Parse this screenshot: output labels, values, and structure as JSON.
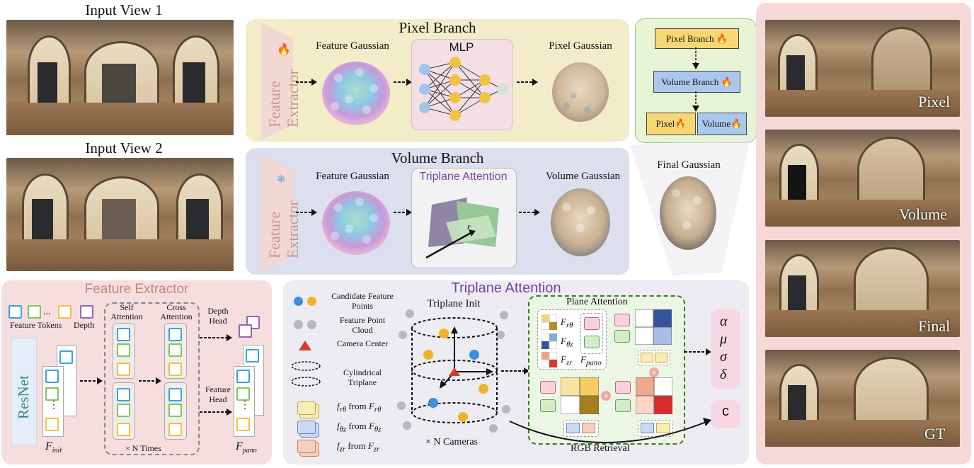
{
  "inputs": {
    "view1_title": "Input View 1",
    "view2_title": "Input View 2"
  },
  "pixel_branch": {
    "title": "Pixel Branch",
    "extractor_label": "Feature Extractor",
    "fire_icon": "fire-icon",
    "feature_gaussian_label": "Feature Gaussian",
    "mlp_label": "MLP",
    "pixel_gaussian_label": "Pixel Gaussian"
  },
  "training_schedule": {
    "pixel_branch": "Pixel Branch 🔥",
    "volume_branch": "Volume Branch 🔥",
    "pixel": "Pixel🔥",
    "volume": "Volume🔥"
  },
  "volume_branch": {
    "title": "Volume Branch",
    "extractor_label": "Feature Extractor",
    "snowflake_icon": "snowflake-icon",
    "feature_gaussian_label": "Feature Gaussian",
    "triplane_label": "Triplane Attention",
    "volume_gaussian_label": "Volume Gaussian",
    "ray_symbol": "r"
  },
  "final_gaussian_label": "Final Gaussian",
  "feature_extractor": {
    "title": "Feature Extractor",
    "feature_tokens_label": "Feature Tokens",
    "dots": "...",
    "depth_legend": "Depth",
    "resnet_label": "ResNet",
    "f_init": "F",
    "f_init_sub": "init",
    "self_attention": "Self Attention",
    "cross_attention": "Cross Attention",
    "n_times": "× N Times",
    "depth_head": "Depth Head",
    "feature_head": "Feature Head",
    "f_pano": "F",
    "f_pano_sub": "pano",
    "vdots": "⋮"
  },
  "triplane_attention": {
    "title": "Triplane Attention",
    "legend": {
      "candidate": "Candidate Feature Points",
      "point_cloud": "Feature Point Cloud",
      "camera_center": "Camera Center",
      "cylindrical": "Cylindrical Triplane",
      "fr_theta": "f",
      "fr_theta_sub": "rθ",
      "from": "from",
      "Fr_theta": "F",
      "fth_z_sub": "θz",
      "fzr_sub": "zr"
    },
    "triplane_init": "Triplane Init",
    "n_cameras": "× N Cameras",
    "plane_attention": "Plane Attention",
    "F_letter": "F",
    "F_rtheta_sub": "rθ",
    "F_thetaz_sub": "θz",
    "F_zr_sub": "zr",
    "F_pano_sub": "pano",
    "rgb_retrieval": "RGB Retrieval",
    "outputs": [
      "α",
      "μ",
      "σ",
      "δ"
    ],
    "color_output": "c",
    "plus": "+"
  },
  "comparison": {
    "labels": [
      "Pixel",
      "Volume",
      "Final",
      "GT"
    ]
  },
  "colors": {
    "pixel_panel": "#f3ecc9",
    "volume_panel": "#dcdfee",
    "extractor_panel": "#f6dede",
    "triplane_panel": "#ececf2",
    "right_panel": "#f6d8d8",
    "schedule_panel": "#e7f4d6",
    "yellow_box": "#f7d774",
    "blue_box": "#a9c8ec",
    "purple_title": "#7a3fa8",
    "rose_title": "#c5857c",
    "token_blue": "#3ba3d9",
    "token_green": "#7ec85c",
    "token_yellow": "#f0c040",
    "token_purple": "#9166b8",
    "dashed_green": "#3a7a2a"
  }
}
